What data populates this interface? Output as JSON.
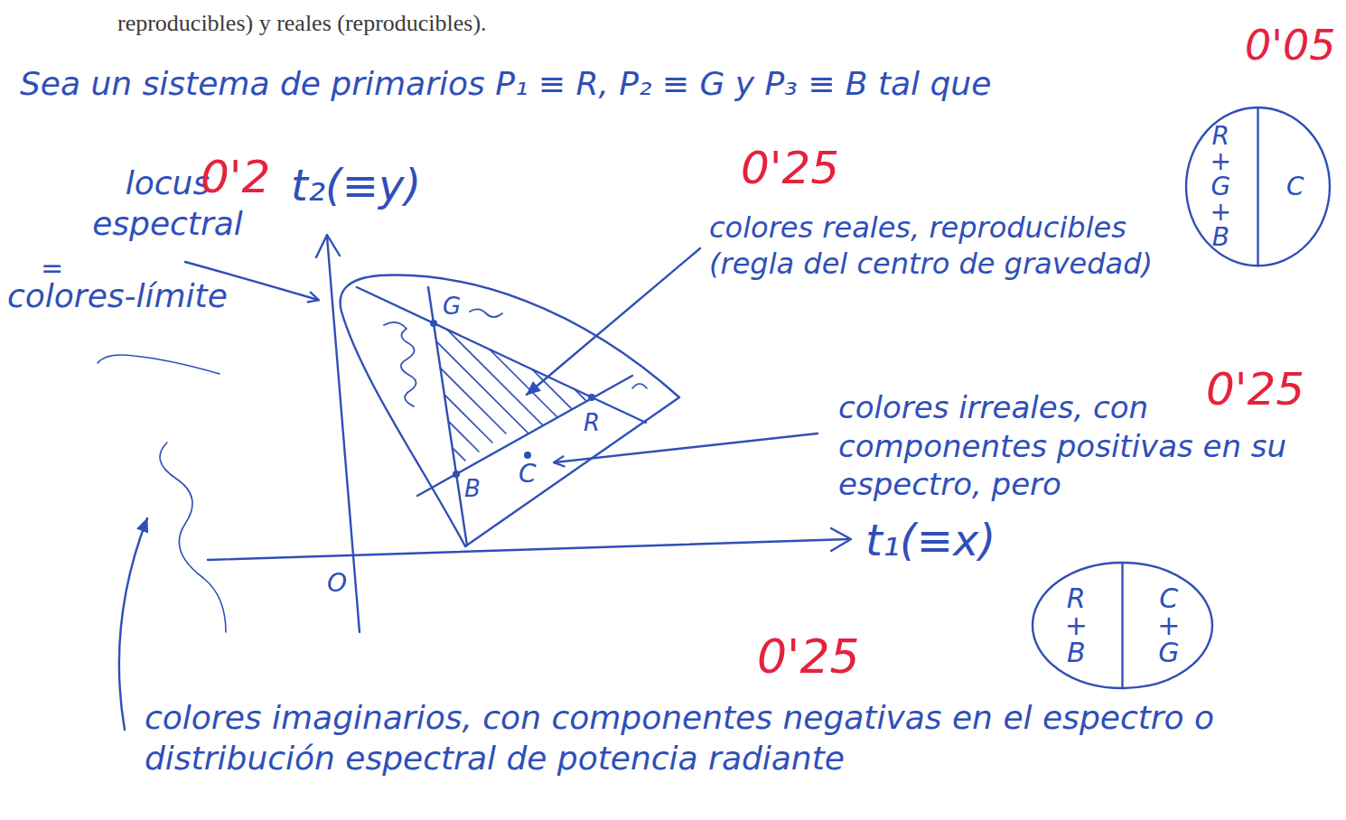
{
  "diagram": {
    "nodes": [
      {
        "text": [
          "R+G+B",
          "C"
        ]
      },
      {
        "text": [
          "R+B",
          "C+G"
        ]
      }
    ],
    "labels": [
      "reproducibles) y reales (reproducibles).",
      "Sea un sistema de primarios P₁ ≡ R, P₂ ≡ G y P₃ ≡ B tal que",
      "0'05",
      "locus espectral",
      "=",
      "colores-límite",
      "0'2",
      "t₂(≡y)",
      "0'25",
      "colores reales, reproducibles (regla del centro de gravedad)",
      "colores irreales, con componentes positivas en su espectro, pero",
      "0'25",
      "0'25",
      "colores imaginarios, con componentes negativas en el espectro o distribución espectral de potencia radiante",
      "G",
      "R",
      "B",
      "C",
      "O",
      "t₁(≡x)"
    ]
  }
}
